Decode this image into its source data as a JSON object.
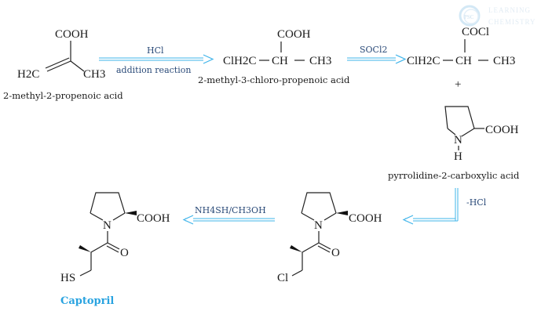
{
  "watermark": {
    "logo": "PSC",
    "line1": "LEARNING",
    "line2": "CHEMISTRY"
  },
  "compounds": {
    "methacrylic": {
      "cooh": "COOH",
      "h2c": "H2C",
      "ch3": "CH3",
      "name": "2-methyl-2-propenoic acid"
    },
    "chloro_acid": {
      "cooh": "COOH",
      "clh2c": "ClH2C",
      "ch": "CH",
      "ch3": "CH3",
      "name": "2-methyl-3-chloro-propenoic acid"
    },
    "acid_chloride": {
      "cocl": "COCl",
      "clh2c": "ClH2C",
      "ch": "CH",
      "ch3": "CH3"
    },
    "plus": "+",
    "proline": {
      "n": "N",
      "h": "H",
      "cooh": "COOH",
      "name": "pyrrolidine-2-carboxylic acid"
    },
    "chloro_amide": {
      "n": "N",
      "cooh": "COOH",
      "o": "O",
      "cl": "Cl"
    },
    "captopril": {
      "n": "N",
      "cooh": "COOH",
      "o": "O",
      "hs": "HS",
      "name": "Captopril"
    }
  },
  "reactions": {
    "step1": {
      "reagent": "HCl",
      "note": "addition reaction"
    },
    "step2": {
      "reagent": "SOCl2"
    },
    "step3": {
      "reagent": "-HCl"
    },
    "step4": {
      "reagent": "NH4SH/CH3OH"
    }
  },
  "colors": {
    "arrow": "#3fb4ea",
    "condition_text": "#2a4a78",
    "product_name": "#29a3e0"
  }
}
